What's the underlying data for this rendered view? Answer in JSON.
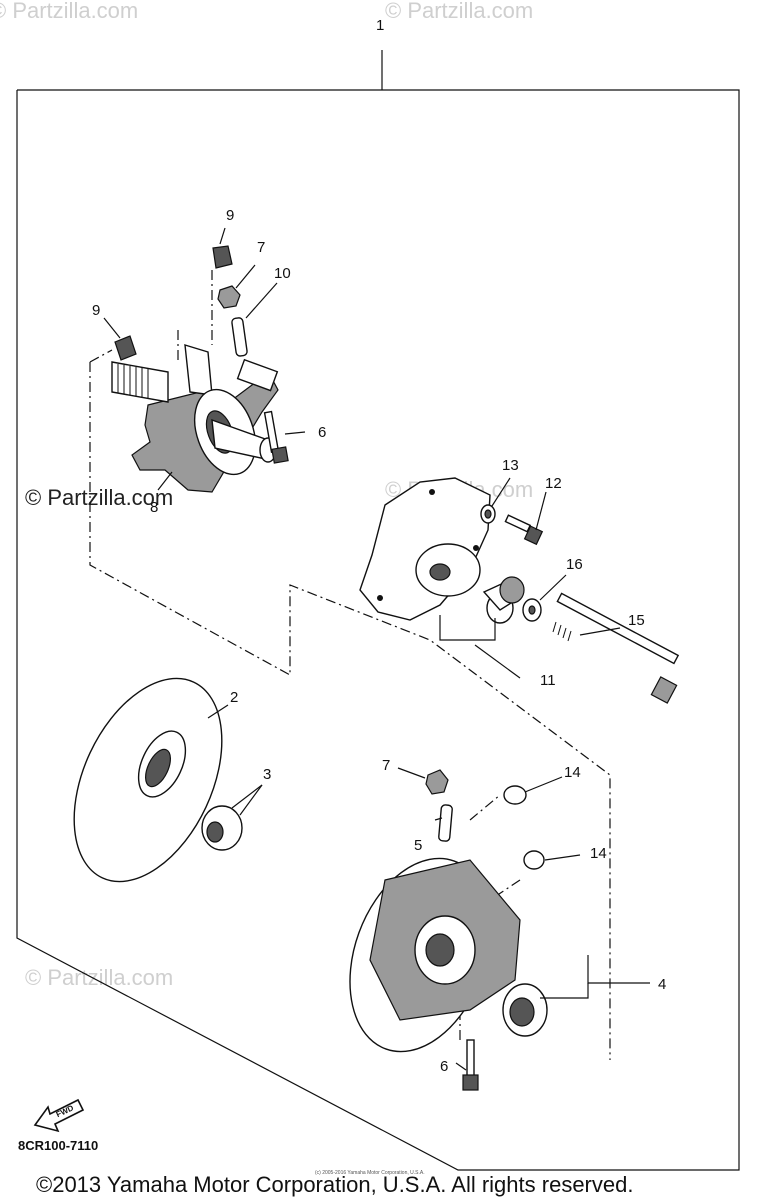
{
  "watermark": "© Partzilla.com",
  "diagram_code": "8CR100-7110",
  "fwd_label": "FWD",
  "footer": {
    "copyright": "©2013 Yamaha Motor Corporation, U.S.A. All rights reserved.",
    "fine_print": "(c) 2005-2016 Yamaha Motor Corporation, U.S.A."
  },
  "callouts": {
    "c1": "1",
    "c2": "2",
    "c3": "3",
    "c4": "4",
    "c5": "5",
    "c6a": "6",
    "c6b": "6",
    "c7a": "7",
    "c7b": "7",
    "c8": "8",
    "c9a": "9",
    "c9b": "9",
    "c10": "10",
    "c11": "11",
    "c12": "12",
    "c13": "13",
    "c14a": "14",
    "c14b": "14",
    "c15": "15",
    "c16": "16"
  }
}
